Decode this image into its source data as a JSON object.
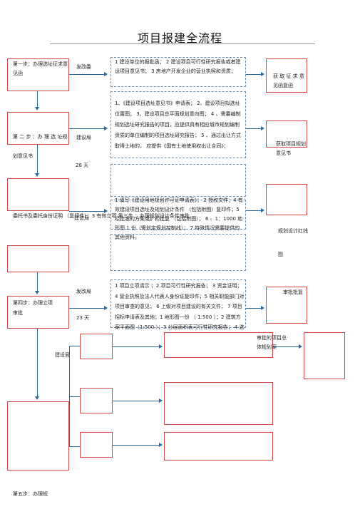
{
  "title": "项目报建全流程",
  "steps": [
    {
      "label": "第一步：办理选址征求意见函",
      "agency": "发改委"
    },
    {
      "label": "第 二 步 ：办 理 选 址规划意见书",
      "agency": "建设局",
      "days": "28 天"
    },
    {
      "label": "委托书及委托身份证明 （复印件）；3 有效立项 第三步 ：办理规划设计条件审批",
      "agency": "建设局"
    },
    {
      "label": "第四步：办理立项审批",
      "agency": "发改局",
      "days": "23 天"
    },
    {
      "agency": "建设局"
    }
  ],
  "requirements": [
    "1 建设单位的报批函；   2 建设项目可行性研究报告或者建设项目意见书；      3 房地产开发企业的营业执照和资质；",
    "1、《建设项目选址意见书》申请表；      2、建设项目拟选址位置图；    3、建设项目总平面规划意向图；   4 、需要编制规划选址研究报告的项目，应提供具有相应城市规划编制资质的单位编制的项目选址研究报告；      5 、通过出让方式取得土地的，   应提供《国有土地使用权出让合同》；",
    "1 填写《建设用地规划许可证申请表》；        2 授权文件；4 有效建设项目选址及规划设计条件     （包括附图）复印件；5 经批准的方案或扩初批复   （包括附图）；   6 、1：1000  地形图  1 份（需划定规划控制线）；   7  特殊情况需要提供的其他资料。",
    "1 项目立项请示  ；2 项目可行性研究报告；     3 资金证明；4 营业执照及法人代表人身份证复印件；5 相关职能部门对项目审查的意见；        6 上级对项目建设的有关文件；      7 项目招标申请表及其他；1   地形图一份  （      1:500 ）；2  建筑方案平面图（1:500 ）；3 分层面积表可行性研究报告；     4 选"
  ],
  "results": [
    "获 取 征 求 意 见函复函",
    "获取项目规划意见书",
    "规划设计红线图",
    "审批批复",
    "审批的项目总体规划案"
  ],
  "footer": "第五步：办理规"
}
